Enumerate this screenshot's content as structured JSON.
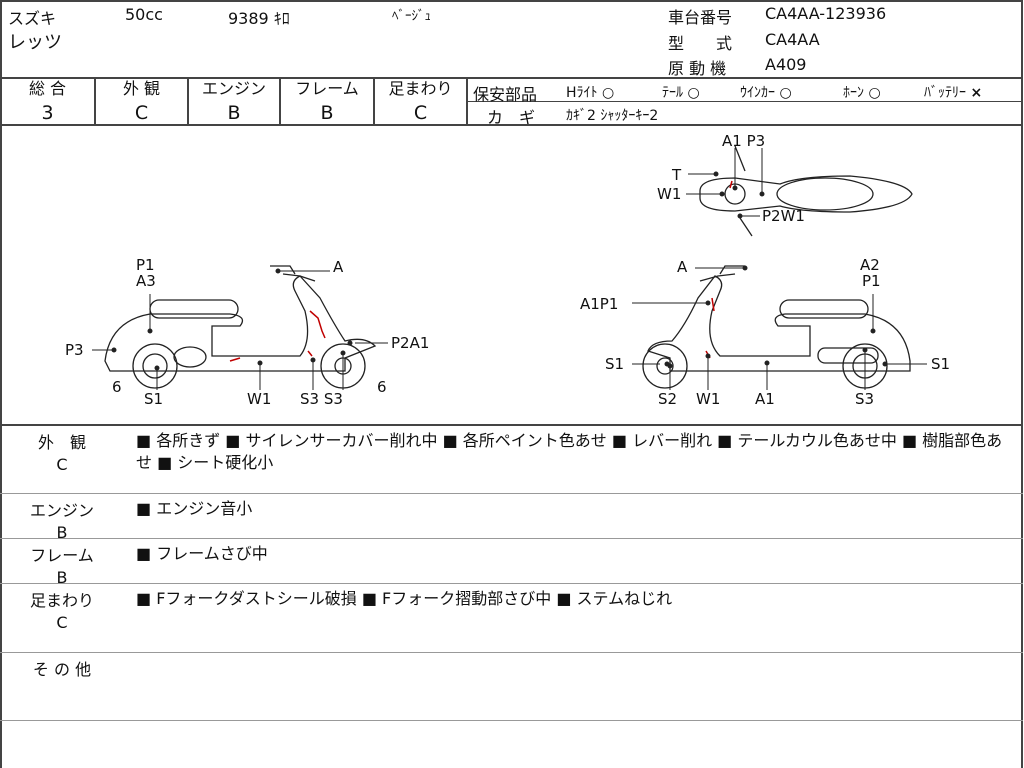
{
  "header": {
    "maker": "スズキ",
    "cc": "50cc",
    "mileage": "9389 ｷﾛ",
    "color": "ﾍﾞｰｼﾞｭ",
    "model_name": "レッツ",
    "frame_no_label": "車台番号",
    "frame_no": "CA4AA-123936",
    "type_label": "型　　式",
    "type": "CA4AA",
    "engine_label": "原 動 機",
    "engine": "A409"
  },
  "grades": [
    {
      "label": "総 合",
      "value": "3"
    },
    {
      "label": "外 観",
      "value": "C"
    },
    {
      "label": "エンジン",
      "value": "B"
    },
    {
      "label": "フレーム",
      "value": "B"
    },
    {
      "label": "足まわり",
      "value": "C"
    }
  ],
  "safety": {
    "label": "保安部品",
    "items": [
      {
        "name": "Hﾗｲﾄ",
        "mark": "○"
      },
      {
        "name": "ﾃｰﾙ",
        "mark": "○"
      },
      {
        "name": "ｳｲﾝｶｰ",
        "mark": "○"
      },
      {
        "name": "ﾎｰﾝ",
        "mark": "○"
      },
      {
        "name": "ﾊﾞｯﾃﾘｰ",
        "mark": "×"
      }
    ]
  },
  "keys": {
    "label": "カ　ギ",
    "value": "ｶｷﾞ2 ｼｬｯﾀｰｷｰ2"
  },
  "diagram": {
    "top": [
      "A1 P3",
      "T",
      "W1",
      "P2W1"
    ],
    "left": [
      "P1",
      "A3",
      "A",
      "P3",
      "P2A1",
      "6",
      "6",
      "S1",
      "W1",
      "S3 S3"
    ],
    "right": [
      "A",
      "A2",
      "P1",
      "A1P1",
      "S1",
      "S1",
      "S2",
      "W1",
      "A1",
      "S3"
    ]
  },
  "notes": [
    {
      "label": "外　観",
      "grade": "C",
      "text": "■ 各所きず ■ サイレンサーカバー削れ中 ■ 各所ペイント色あせ ■ レバー削れ ■ テールカウル色あせ中 ■ 樹脂部色あせ ■ シート硬化小"
    },
    {
      "label": "エンジン",
      "grade": "B",
      "text": "■ エンジン音小"
    },
    {
      "label": "フレーム",
      "grade": "B",
      "text": "■ フレームさび中"
    },
    {
      "label": "足まわり",
      "grade": "C",
      "text": "■ Fフォークダストシール破損 ■ Fフォーク摺動部さび中 ■ ステムねじれ"
    },
    {
      "label": "そ の 他",
      "grade": "",
      "text": ""
    }
  ],
  "colors": {
    "damage": "#c00000",
    "border": "#444444"
  }
}
